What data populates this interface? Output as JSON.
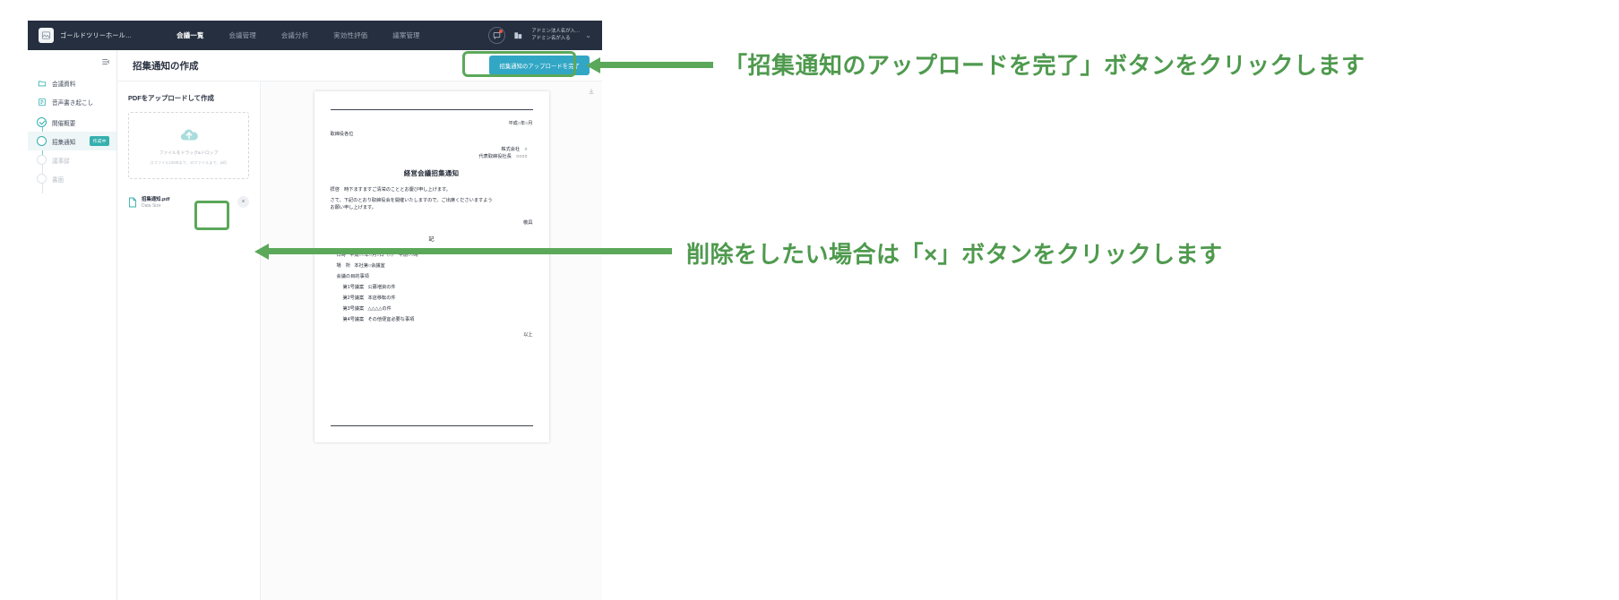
{
  "topnav": {
    "logo_icon": "image-placeholder-icon",
    "logo_text": "ゴールドツリーホール…",
    "items": [
      {
        "label": "会議一覧",
        "active": true
      },
      {
        "label": "会議管理",
        "active": false
      },
      {
        "label": "会議分析",
        "active": false
      },
      {
        "label": "実効性評価",
        "active": false
      },
      {
        "label": "議案管理",
        "active": false
      }
    ],
    "notification_icon": "chat-notification-icon",
    "has_notification_dot": true,
    "org_icon": "building-icon",
    "account_org": "アドミン法人名が入…",
    "account_name": "アドミン名が入る",
    "chevron": "⌄"
  },
  "sidebar": {
    "collapse_icon": "collapse-panel-icon",
    "items": [
      {
        "label": "会議資料",
        "icon": "folder-icon",
        "type": "plain",
        "state": "normal"
      },
      {
        "label": "音声書き起こし",
        "icon": "transcript-icon",
        "type": "plain",
        "state": "normal"
      },
      {
        "label": "開催概要",
        "icon": "step-done-icon",
        "type": "step",
        "state": "done"
      },
      {
        "label": "招集通知",
        "icon": "step-current-icon",
        "type": "step",
        "state": "current",
        "badge": "作成中",
        "active": true
      },
      {
        "label": "議事録",
        "icon": "step-pending-icon",
        "type": "step",
        "state": "pending"
      },
      {
        "label": "書面",
        "icon": "step-pending-icon",
        "type": "step",
        "state": "pending"
      }
    ]
  },
  "main": {
    "page_title": "招集通知の作成",
    "primary_button": "招集通知のアップロードを完了"
  },
  "upload": {
    "pane_title": "PDFをアップロードして作成",
    "dropzone_icon": "cloud-upload-icon",
    "dropzone_line1": "ファイルをドラッグ&ドロップ",
    "dropzone_line2": "(1ファイル10MBまで、10ファイルまで、pdf)",
    "file": {
      "icon": "pdf-file-icon",
      "name": "招集通知.pdf",
      "size": "Data Size",
      "delete_label": "×"
    }
  },
  "preview": {
    "download_icon": "download-icon",
    "doc": {
      "date_line": "平成○年○月",
      "addressee": "取締役各位",
      "company": "株式会社　○",
      "representative": "代表取締役社長　○○○○",
      "title": "経営会議招集通知",
      "greeting": "拝啓　時下ますますご清栄のこととお慶び申し上げます。",
      "body1": "さて、下記のとおり取締役会を開催いたしますので、ご出席くださいますよう",
      "body2": "お願い申し上げます。",
      "closing": "敬具",
      "ki": "記",
      "datetime_label": "日時",
      "datetime_value": "平成○○年○月○日（○）　午前○○時",
      "place_label": "場　所",
      "place_value": "本社第○会議室",
      "agenda_heading": "会議の目的事項",
      "agenda": [
        {
          "no": "第1号議案",
          "text": "公募増資の件"
        },
        {
          "no": "第2号議案",
          "text": "本店移転の件"
        },
        {
          "no": "第3号議案",
          "text": "△△△△の件"
        },
        {
          "no": "第4号議案",
          "text": "その他便宜必要な事項"
        }
      ],
      "end_mark": "以上"
    }
  },
  "annotations": [
    {
      "text": "「招集通知のアップロードを完了」ボタンをクリックします",
      "target": "primary-button"
    },
    {
      "text": "削除をしたい場合は「×」ボタンをクリックします",
      "target": "delete-file-button"
    }
  ],
  "colors": {
    "nav_bg": "#252f3f",
    "accent_teal": "#35b0ae",
    "primary_button": "#32a7c5",
    "annotation_green": "#5ba85a"
  }
}
